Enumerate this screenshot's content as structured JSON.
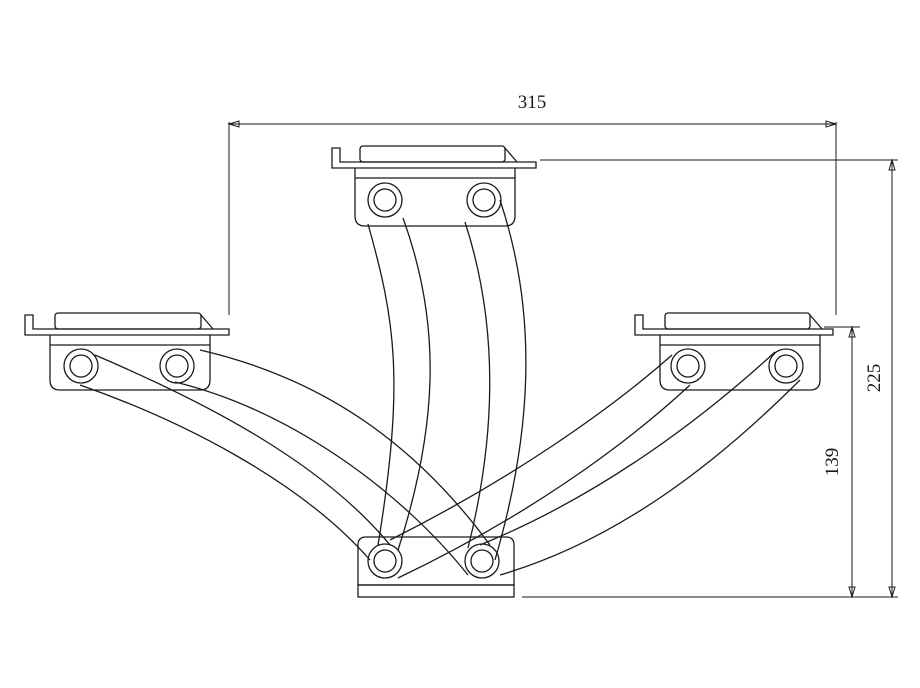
{
  "diagram": {
    "dimensions": {
      "width_label": "315",
      "total_height_label": "225",
      "low_height_label": "139"
    },
    "colors": {
      "line": "#1a1a1a",
      "background": "#ffffff"
    }
  }
}
